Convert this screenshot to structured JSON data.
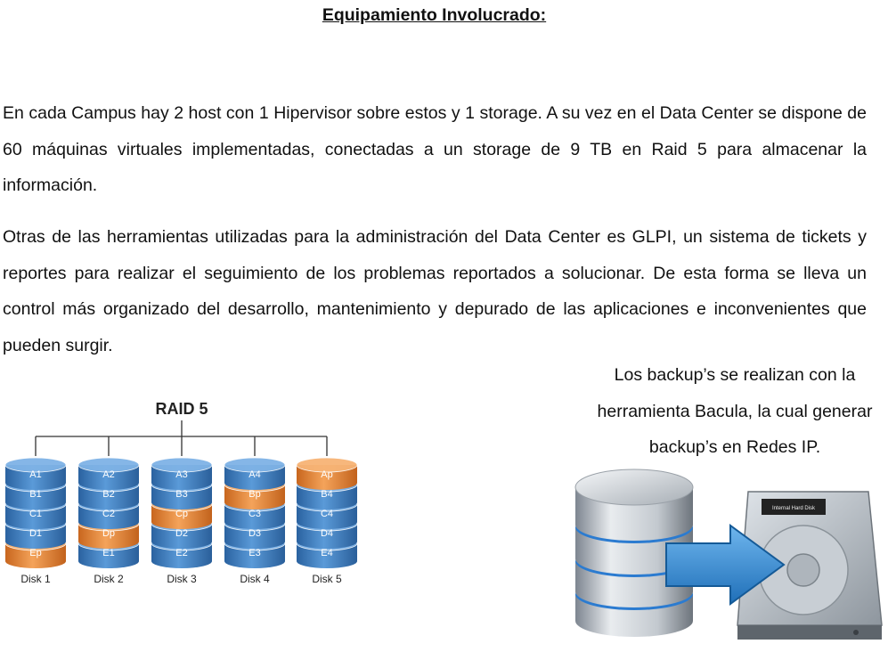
{
  "title": "Equipamiento Involucrado:",
  "paragraphs": [
    "En cada Campus hay 2 host con 1 Hipervisor sobre estos y 1 storage. A su vez en el Data Center se dispone de 60 máquinas virtuales implementadas, conectadas a un storage de 9 TB en Raid 5 para almacenar la información.",
    "Otras de las herramientas utilizadas para la administración del Data Center es GLPI, un sistema de tickets y reportes para realizar el seguimiento de los problemas reportados a solucionar. De esta forma se lleva un control más organizado del desarrollo, mantenimiento y depurado de las aplicaciones e inconvenientes que pueden surgir."
  ],
  "side_text": "Los backup’s se realizan con la herramienta Bacula, la cual generar backup’s en Redes IP.",
  "raid_diagram": {
    "title": "RAID 5",
    "colors": {
      "data": "#3f7fc0",
      "parity": "#e8883a"
    },
    "disks": [
      {
        "label": "Disk 1",
        "blocks": [
          "A1",
          "B1",
          "C1",
          "D1",
          "Ep"
        ]
      },
      {
        "label": "Disk 2",
        "blocks": [
          "A2",
          "B2",
          "C2",
          "Dp",
          "E1"
        ]
      },
      {
        "label": "Disk 3",
        "blocks": [
          "A3",
          "B3",
          "Cp",
          "D2",
          "E2"
        ]
      },
      {
        "label": "Disk 4",
        "blocks": [
          "A4",
          "Bp",
          "C3",
          "D3",
          "E3"
        ]
      },
      {
        "label": "Disk 5",
        "blocks": [
          "Ap",
          "B4",
          "C4",
          "D4",
          "E4"
        ]
      }
    ]
  },
  "backup_illustration": {
    "icons": [
      "database-icon",
      "arrow-right-icon",
      "hard-drive-icon"
    ],
    "drive_label": "Internal Hard Disk"
  }
}
